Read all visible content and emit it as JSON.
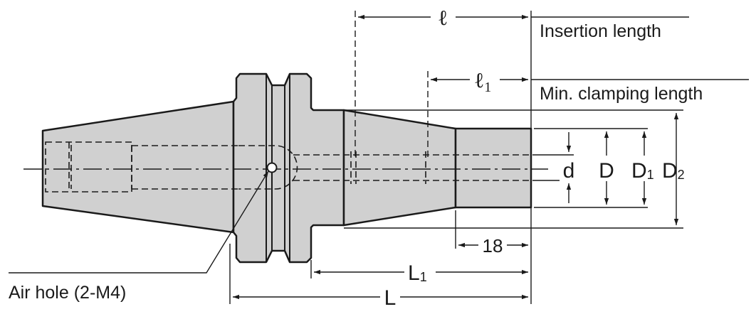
{
  "colors": {
    "line": "#1a1a1a",
    "fill": "#d0d0d0",
    "background": "#ffffff"
  },
  "labels": {
    "insertion_length": "Insertion length",
    "min_clamping_length": "Min. clamping length",
    "air_hole": "Air hole (2-M4)"
  },
  "dimensions": {
    "l": "ℓ",
    "l1": "ℓ",
    "l1_sub": "1",
    "d": "d",
    "D": "D",
    "D1": "D",
    "D1_sub": "1",
    "D2": "D",
    "D2_sub": "2",
    "eighteen": "18",
    "L1": "L",
    "L1_sub": "1",
    "L": "L"
  }
}
